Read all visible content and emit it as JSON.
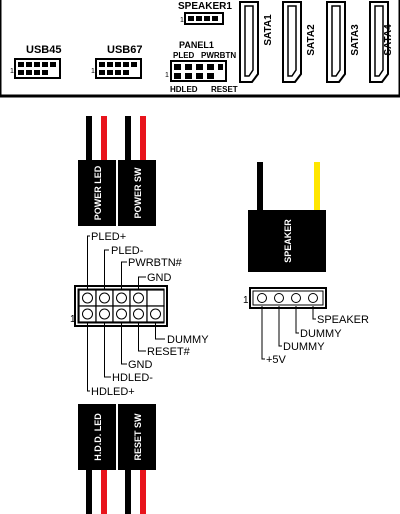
{
  "board": {
    "usb45": "USB45",
    "usb67": "USB67",
    "speaker1": "SPEAKER1",
    "panel1": "PANEL1",
    "pled": "PLED",
    "pwrbtn": "PWRBTN",
    "hdled": "HDLED",
    "reset": "RESET",
    "sata": [
      "SATA1",
      "SATA2",
      "SATA3",
      "SATA4"
    ],
    "pin_one": "1"
  },
  "panel_plugs": {
    "top": [
      "POWER LED",
      "POWER SW"
    ],
    "bottom": [
      "H.D.D. LED",
      "RESET SW"
    ]
  },
  "panel_header": {
    "pin_one": "1",
    "top_labels": [
      "PLED+",
      "PLED-",
      "PWRBTN#",
      "GND"
    ],
    "bottom_labels": [
      "DUMMY",
      "RESET#",
      "GND",
      "HDLED-",
      "HDLED+"
    ]
  },
  "speaker": {
    "plug_label": "SPEAKER",
    "pin_one": "1",
    "labels": [
      "SPEAKER",
      "DUMMY",
      "DUMMY",
      "+5V"
    ]
  },
  "colors": {
    "wire_black": "#000000",
    "wire_red": "#e8141c",
    "wire_yellow": "#ffe600"
  }
}
